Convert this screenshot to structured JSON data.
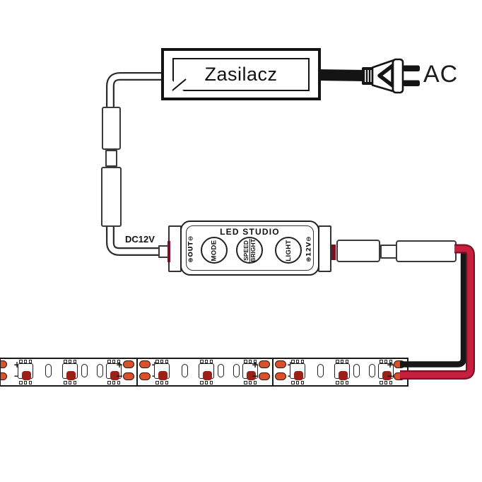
{
  "power_supply": {
    "label": "Zasilacz"
  },
  "plug": {
    "label": "AC"
  },
  "controller": {
    "brand": "LED STUDIO",
    "input_label": "DC12V",
    "buttons": {
      "mode": "MODE",
      "speed": "SPEED",
      "bright": "BRIGHT",
      "light": "LIGHT"
    },
    "port_out": "⊕OUT⊖",
    "port_in": "⊕12V⊖"
  },
  "strip": {
    "segments": 3,
    "pattern": [
      "led",
      "resistor",
      "led",
      "resistor",
      "resistor",
      "led"
    ],
    "pad_positive": "+",
    "pad_negative": "−"
  },
  "colors": {
    "wire_red": "#c7203f",
    "wire_red_dark": "#7d1024",
    "wire_black": "#171717",
    "pad_orange": "#d9522c",
    "led_core": "#9b2118"
  }
}
